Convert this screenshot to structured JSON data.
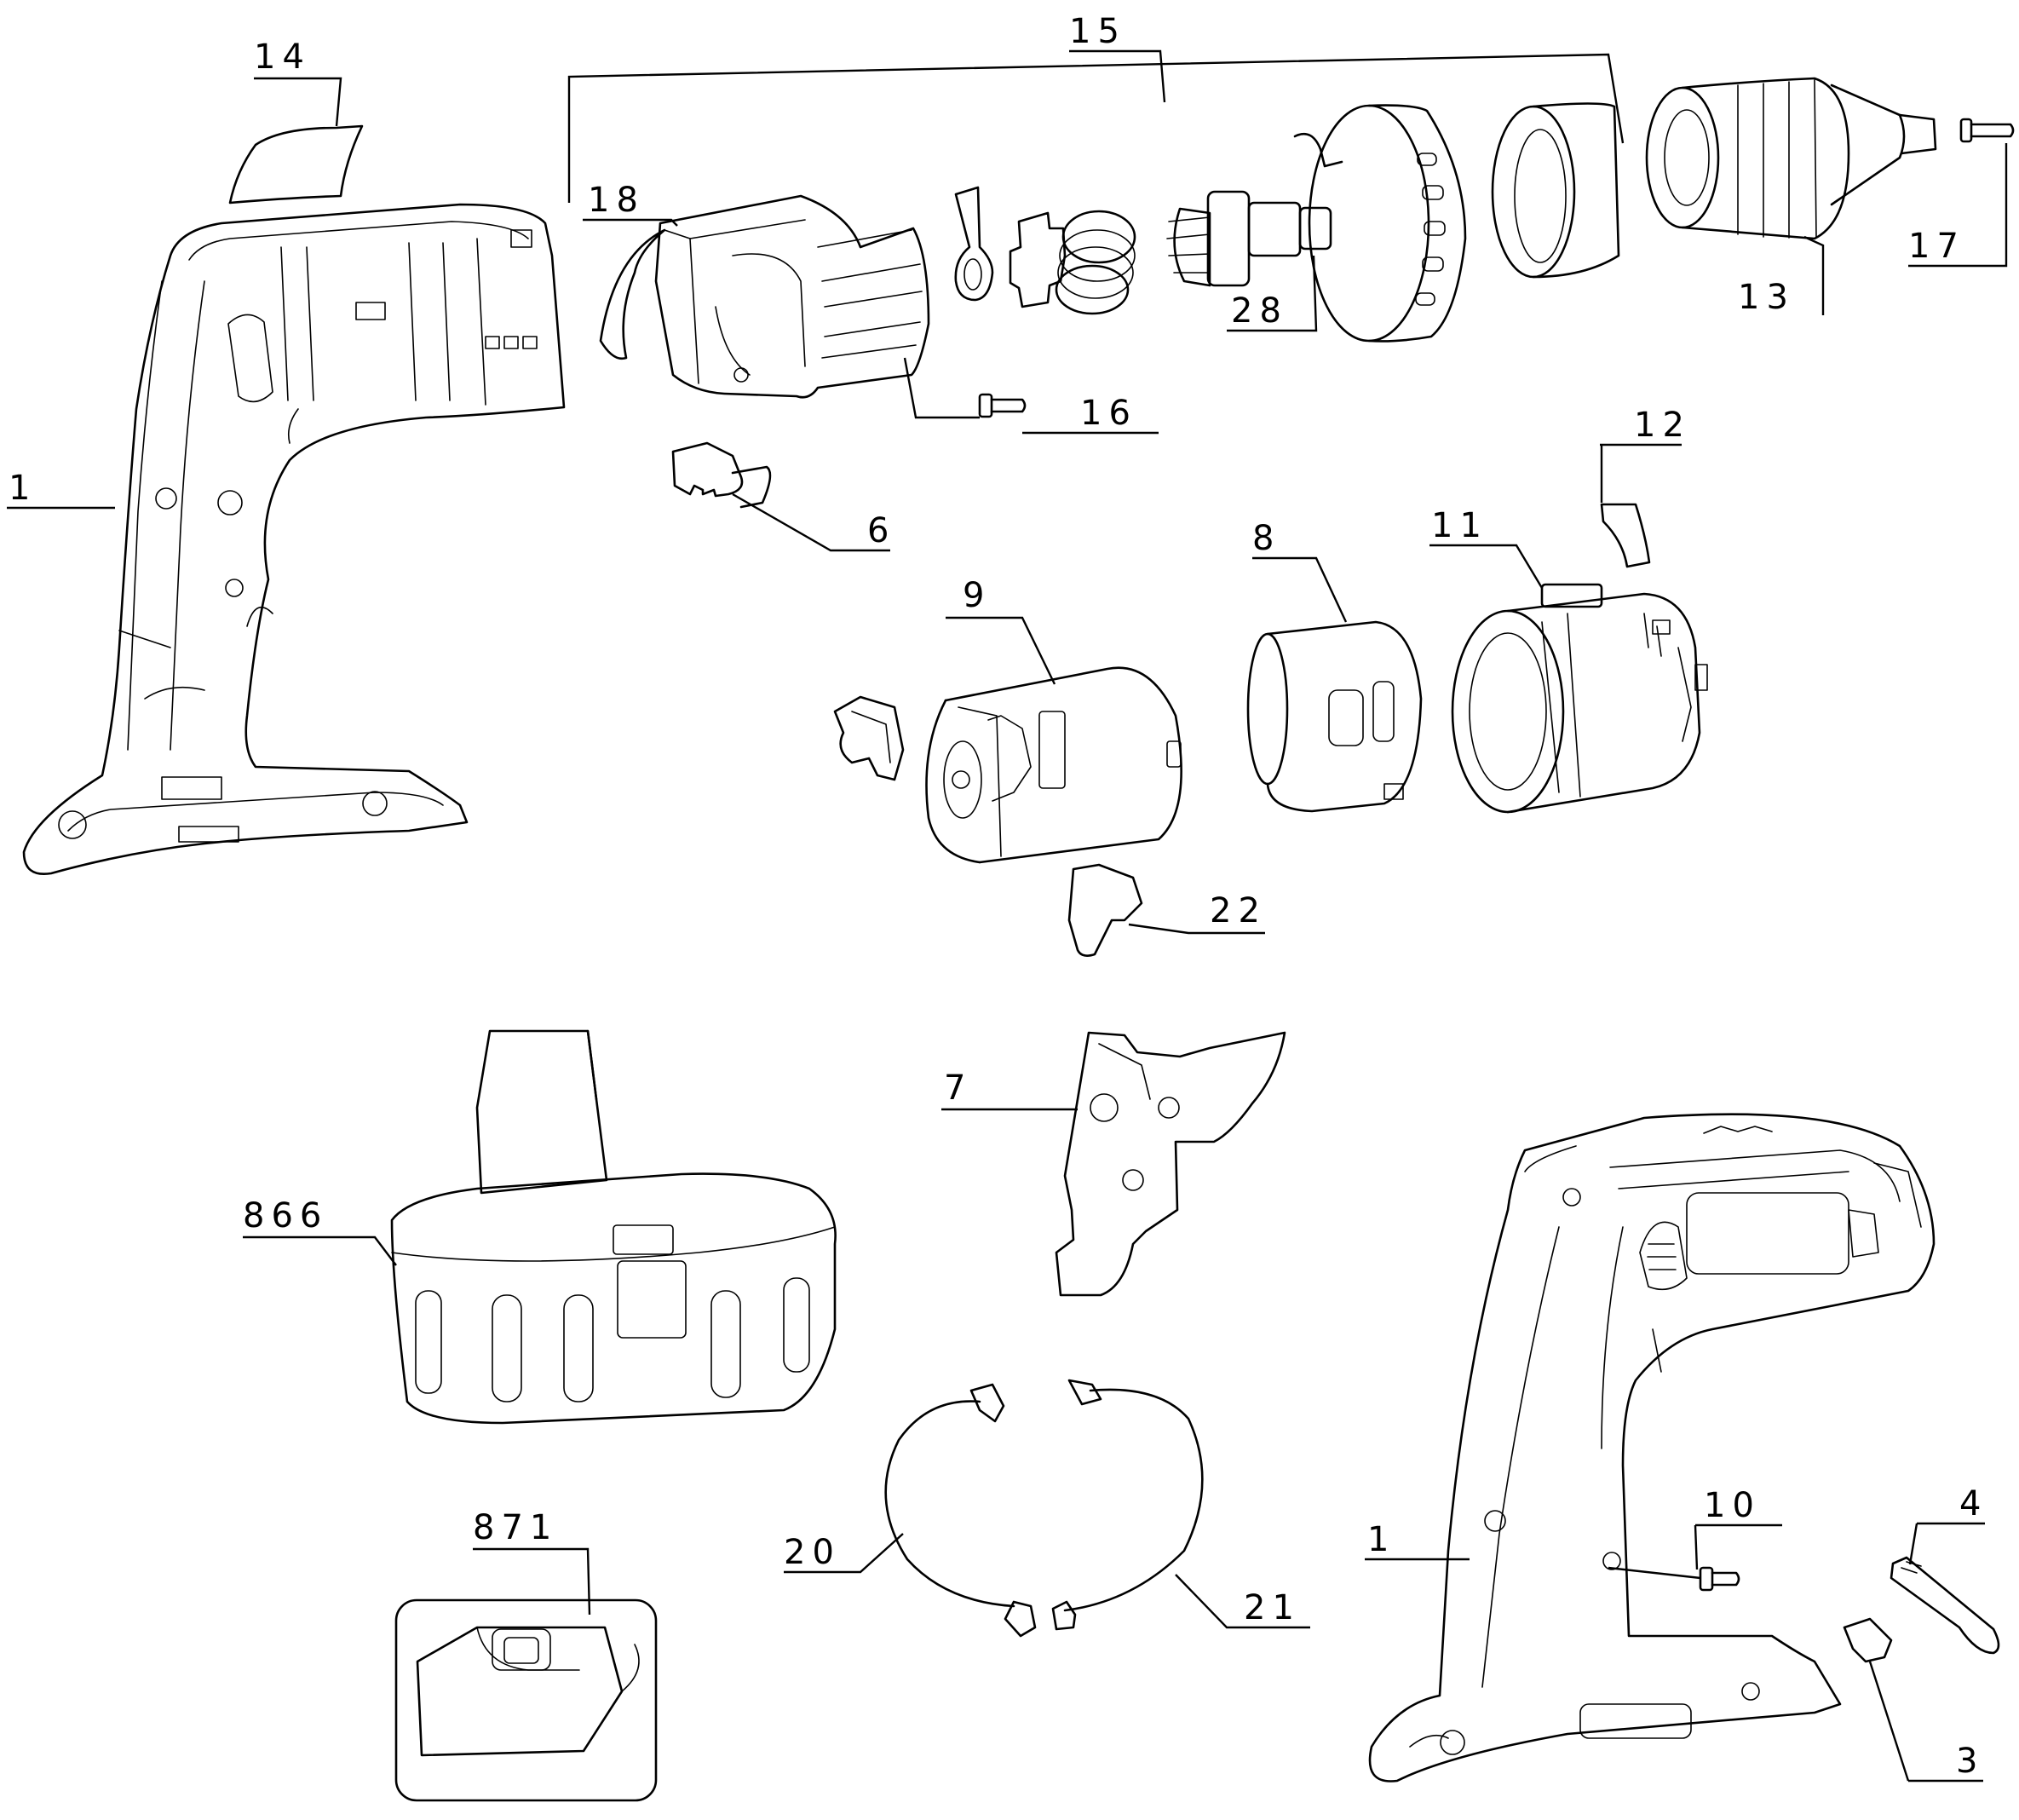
{
  "diagram": {
    "labels": {
      "p1a": "1",
      "p1b": "1",
      "p3": "3",
      "p4": "4",
      "p6": "6",
      "p7": "7",
      "p8": "8",
      "p9": "9",
      "p10": "10",
      "p11": "11",
      "p12": "12",
      "p13": "13",
      "p14": "14",
      "p15": "15",
      "p16": "16",
      "p17": "17",
      "p18": "18",
      "p20": "20",
      "p21": "21",
      "p22": "22",
      "p28": "28",
      "p866": "866",
      "p871": "871"
    },
    "colors": {
      "line": "#000000",
      "background": "#ffffff"
    }
  }
}
